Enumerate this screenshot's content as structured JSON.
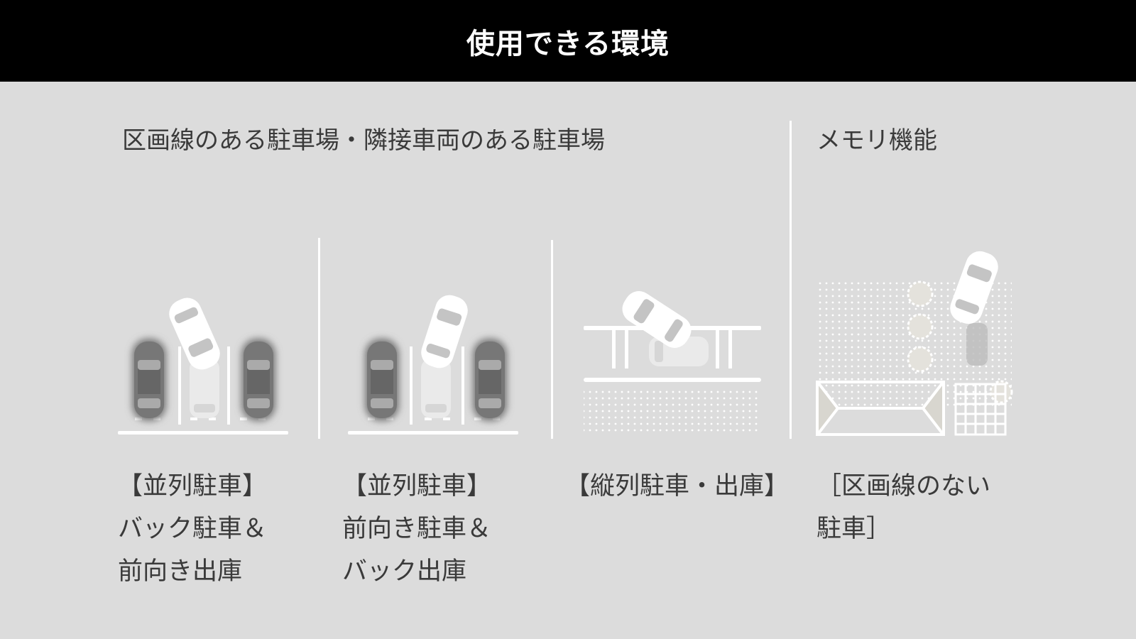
{
  "header": {
    "title": "使用できる環境"
  },
  "sections": {
    "lined": "区画線のある駐車場・隣接車両のある駐車場",
    "memory": "メモリ機能"
  },
  "scenes": [
    {
      "lines": [
        "【並列駐車】",
        "バック駐車＆",
        "前向き出庫"
      ]
    },
    {
      "lines": [
        "【並列駐車】",
        "前向き駐車＆",
        "バック出庫"
      ]
    },
    {
      "lines": [
        "【縦列駐車・出庫】"
      ]
    },
    {
      "lines": [
        "［区画線のない",
        "駐車］"
      ]
    }
  ],
  "colors": {
    "header_bg": "#000000",
    "background": "#dcdcdc",
    "text": "#3a3a3a"
  }
}
